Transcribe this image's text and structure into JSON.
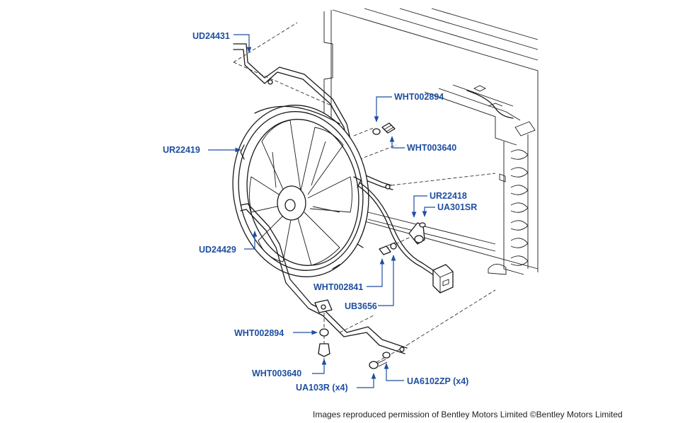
{
  "colors": {
    "label": "#1e4fa0",
    "drawing": "#1a1a1a",
    "background": "#ffffff"
  },
  "parts": {
    "ud24431": "UD24431",
    "wht002894_top": "WHT002894",
    "wht003640_top": "WHT003640",
    "ur22419": "UR22419",
    "ur22418": "UR22418",
    "ua301sr": "UA301SR",
    "ud24429": "UD24429",
    "wht002841": "WHT002841",
    "ub3656": "UB3656",
    "wht002894_bottom": "WHT002894",
    "wht003640_bottom": "WHT003640",
    "ua103r": "UA103R (x4)",
    "ua6102zp": "UA6102ZP (x4)"
  },
  "credit": "Images reproduced permission of Bentley Motors Limited ©Bentley Motors Limited"
}
